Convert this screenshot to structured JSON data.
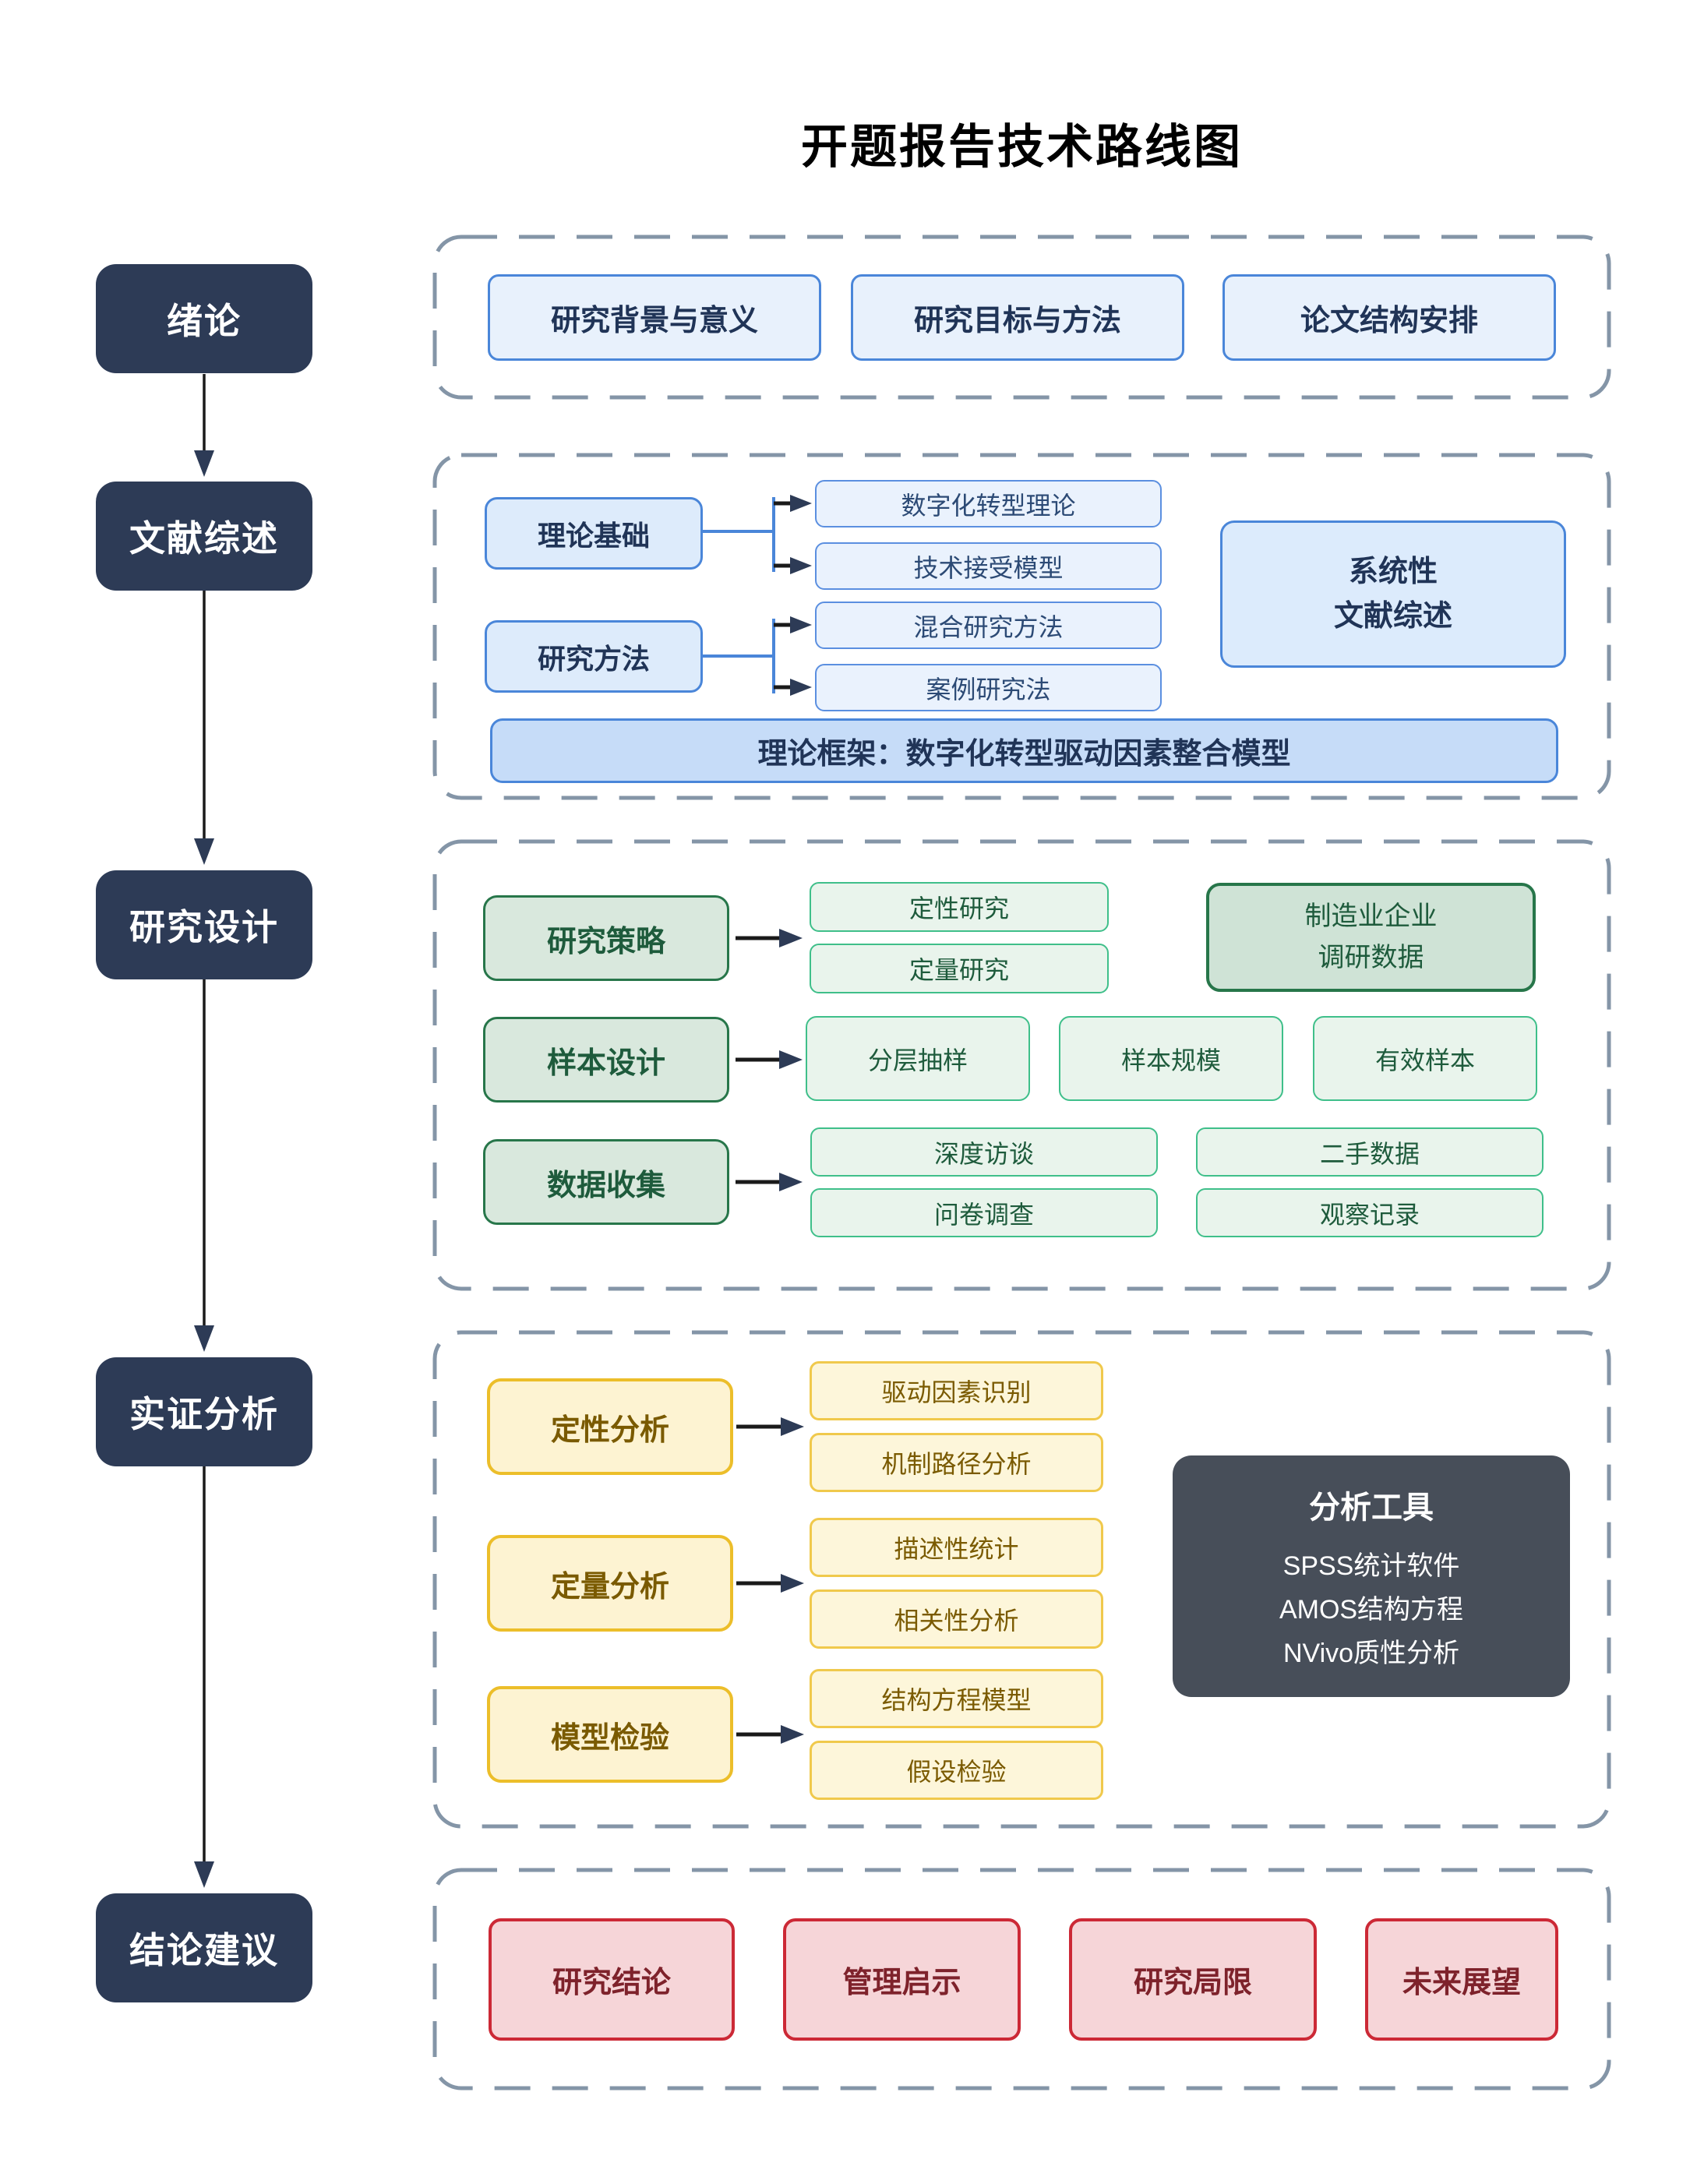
{
  "title": "开题报告技术路线图",
  "stages": [
    "绪论",
    "文献综述",
    "研究设计",
    "实证分析",
    "结论建议"
  ],
  "section1": {
    "items": [
      "研究背景与意义",
      "研究目标与方法",
      "论文结构安排"
    ]
  },
  "section2": {
    "parents": [
      "理论基础",
      "研究方法"
    ],
    "theory_children": [
      "数字化转型理论",
      "技术接受模型"
    ],
    "method_children": [
      "混合研究方法",
      "案例研究法"
    ],
    "side_box": [
      "系统性",
      "文献综述"
    ],
    "banner": "理论框架：数字化转型驱动因素整合模型"
  },
  "section3": {
    "parents": [
      "研究策略",
      "样本设计",
      "数据收集"
    ],
    "strategy_children": [
      "定性研究",
      "定量研究"
    ],
    "side_box": [
      "制造业企业",
      "调研数据"
    ],
    "sample_children": [
      "分层抽样",
      "样本规模",
      "有效样本"
    ],
    "collection_children": [
      "深度访谈",
      "问卷调查",
      "二手数据",
      "观察记录"
    ]
  },
  "section4": {
    "parents": [
      "定性分析",
      "定量分析",
      "模型检验"
    ],
    "qualitative_children": [
      "驱动因素识别",
      "机制路径分析"
    ],
    "quantitative_children": [
      "描述性统计",
      "相关性分析"
    ],
    "model_children": [
      "结构方程模型",
      "假设检验"
    ],
    "tools": {
      "title": "分析工具",
      "items": [
        "SPSS统计软件",
        "AMOS结构方程",
        "NVivo质性分析"
      ]
    }
  },
  "section5": {
    "items": [
      "研究结论",
      "管理启示",
      "研究局限",
      "未来展望"
    ]
  },
  "colors": {
    "stage_bg": "#2d3b56",
    "dashed_container": "#8495a7",
    "blue_border": "#4a86d9",
    "blue_bg_light": "#e8f1fc",
    "blue_bg_deep": "#c6dcf8",
    "green_border_dark": "#27764a",
    "green_border_light": "#3fbf8a",
    "green_bg": "#d9e8dd",
    "yellow_border": "#ecbe2a",
    "yellow_bg": "#fdf3d2",
    "tools_panel_bg": "#474e59",
    "red_border": "#cc2936",
    "red_bg": "#f6d5d8",
    "arrow_black": "#1a1a1a"
  }
}
